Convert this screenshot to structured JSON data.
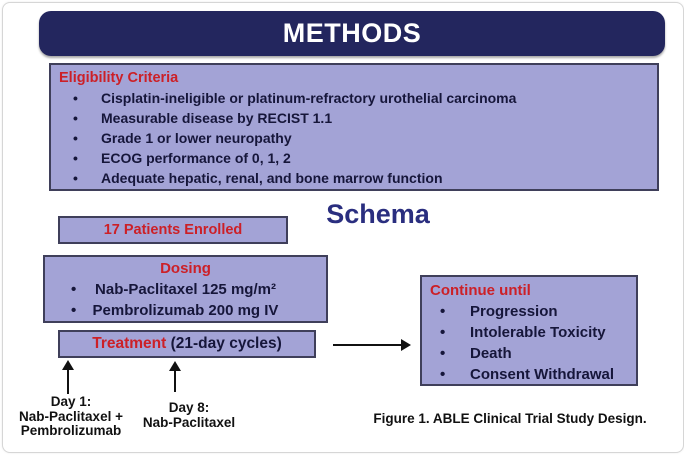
{
  "header": {
    "title": "METHODS"
  },
  "schema_label": "Schema",
  "eligibility": {
    "title": "Eligibility Criteria",
    "items": [
      "Cisplatin-ineligible or platinum-refractory urothelial carcinoma",
      "Measurable disease by RECIST 1.1",
      "Grade 1 or lower neuropathy",
      "ECOG performance of 0, 1, 2",
      "Adequate hepatic, renal, and bone marrow function"
    ]
  },
  "enrolled": {
    "label": "17 Patients Enrolled"
  },
  "dosing": {
    "title": "Dosing",
    "items": [
      "Nab-Paclitaxel 125 mg/m²",
      "Pembrolizumab 200 mg IV"
    ]
  },
  "treatment": {
    "title": "Treatment",
    "subtitle": " (21-day cycles)"
  },
  "continue_until": {
    "title": "Continue until",
    "items": [
      "Progression",
      "Intolerable Toxicity",
      "Death",
      "Consent Withdrawal"
    ]
  },
  "day1": {
    "line1": "Day 1:",
    "line2": "Nab-Paclitaxel +",
    "line3": "Pembrolizumab"
  },
  "day8": {
    "line1": "Day 8:",
    "line2": "Nab-Paclitaxel"
  },
  "caption": "Figure 1. ABLE Clinical Trial Study Design.",
  "colors": {
    "header_bg": "#23265e",
    "box_bg": "#a3a3d6",
    "box_border": "#3f3f5a",
    "title_red": "#cc2027",
    "body_navy": "#16163a",
    "schema_blue": "#2a2e7f"
  }
}
